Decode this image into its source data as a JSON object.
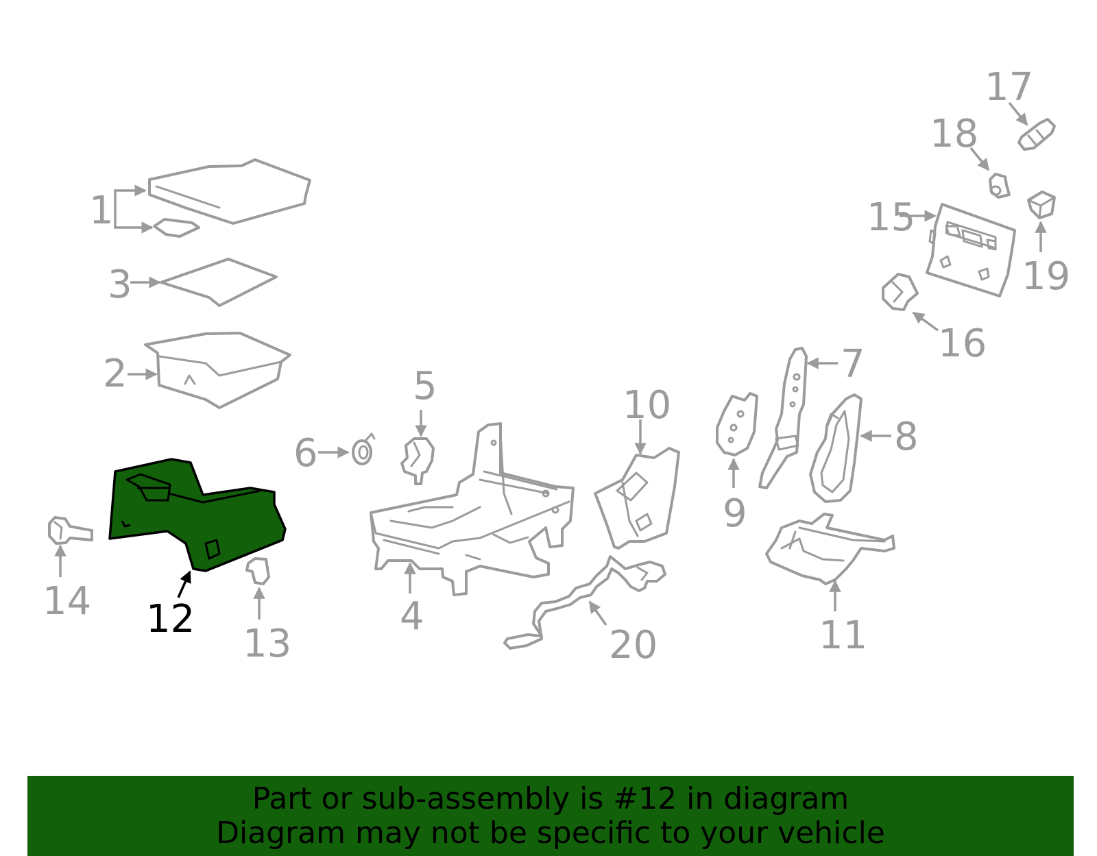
{
  "colors": {
    "highlight": "#12600a",
    "part_stroke": "#9b9b9b",
    "banner_bg": "#12600a",
    "active_label": "#000000"
  },
  "highlighted_callout": "12",
  "callouts": [
    {
      "id": "c1",
      "label": "1"
    },
    {
      "id": "c2",
      "label": "2"
    },
    {
      "id": "c3",
      "label": "3"
    },
    {
      "id": "c4",
      "label": "4"
    },
    {
      "id": "c5",
      "label": "5"
    },
    {
      "id": "c6",
      "label": "6"
    },
    {
      "id": "c7",
      "label": "7"
    },
    {
      "id": "c8",
      "label": "8"
    },
    {
      "id": "c9",
      "label": "9"
    },
    {
      "id": "c10",
      "label": "10"
    },
    {
      "id": "c11",
      "label": "11"
    },
    {
      "id": "c12",
      "label": "12"
    },
    {
      "id": "c13",
      "label": "13"
    },
    {
      "id": "c14",
      "label": "14"
    },
    {
      "id": "c15",
      "label": "15"
    },
    {
      "id": "c16",
      "label": "16"
    },
    {
      "id": "c17",
      "label": "17"
    },
    {
      "id": "c18",
      "label": "18"
    },
    {
      "id": "c19",
      "label": "19"
    },
    {
      "id": "c20",
      "label": "20"
    }
  ],
  "banner": {
    "line1": "Part or sub-assembly is #12 in diagram",
    "line2": "Diagram may not be specific to your vehicle"
  }
}
